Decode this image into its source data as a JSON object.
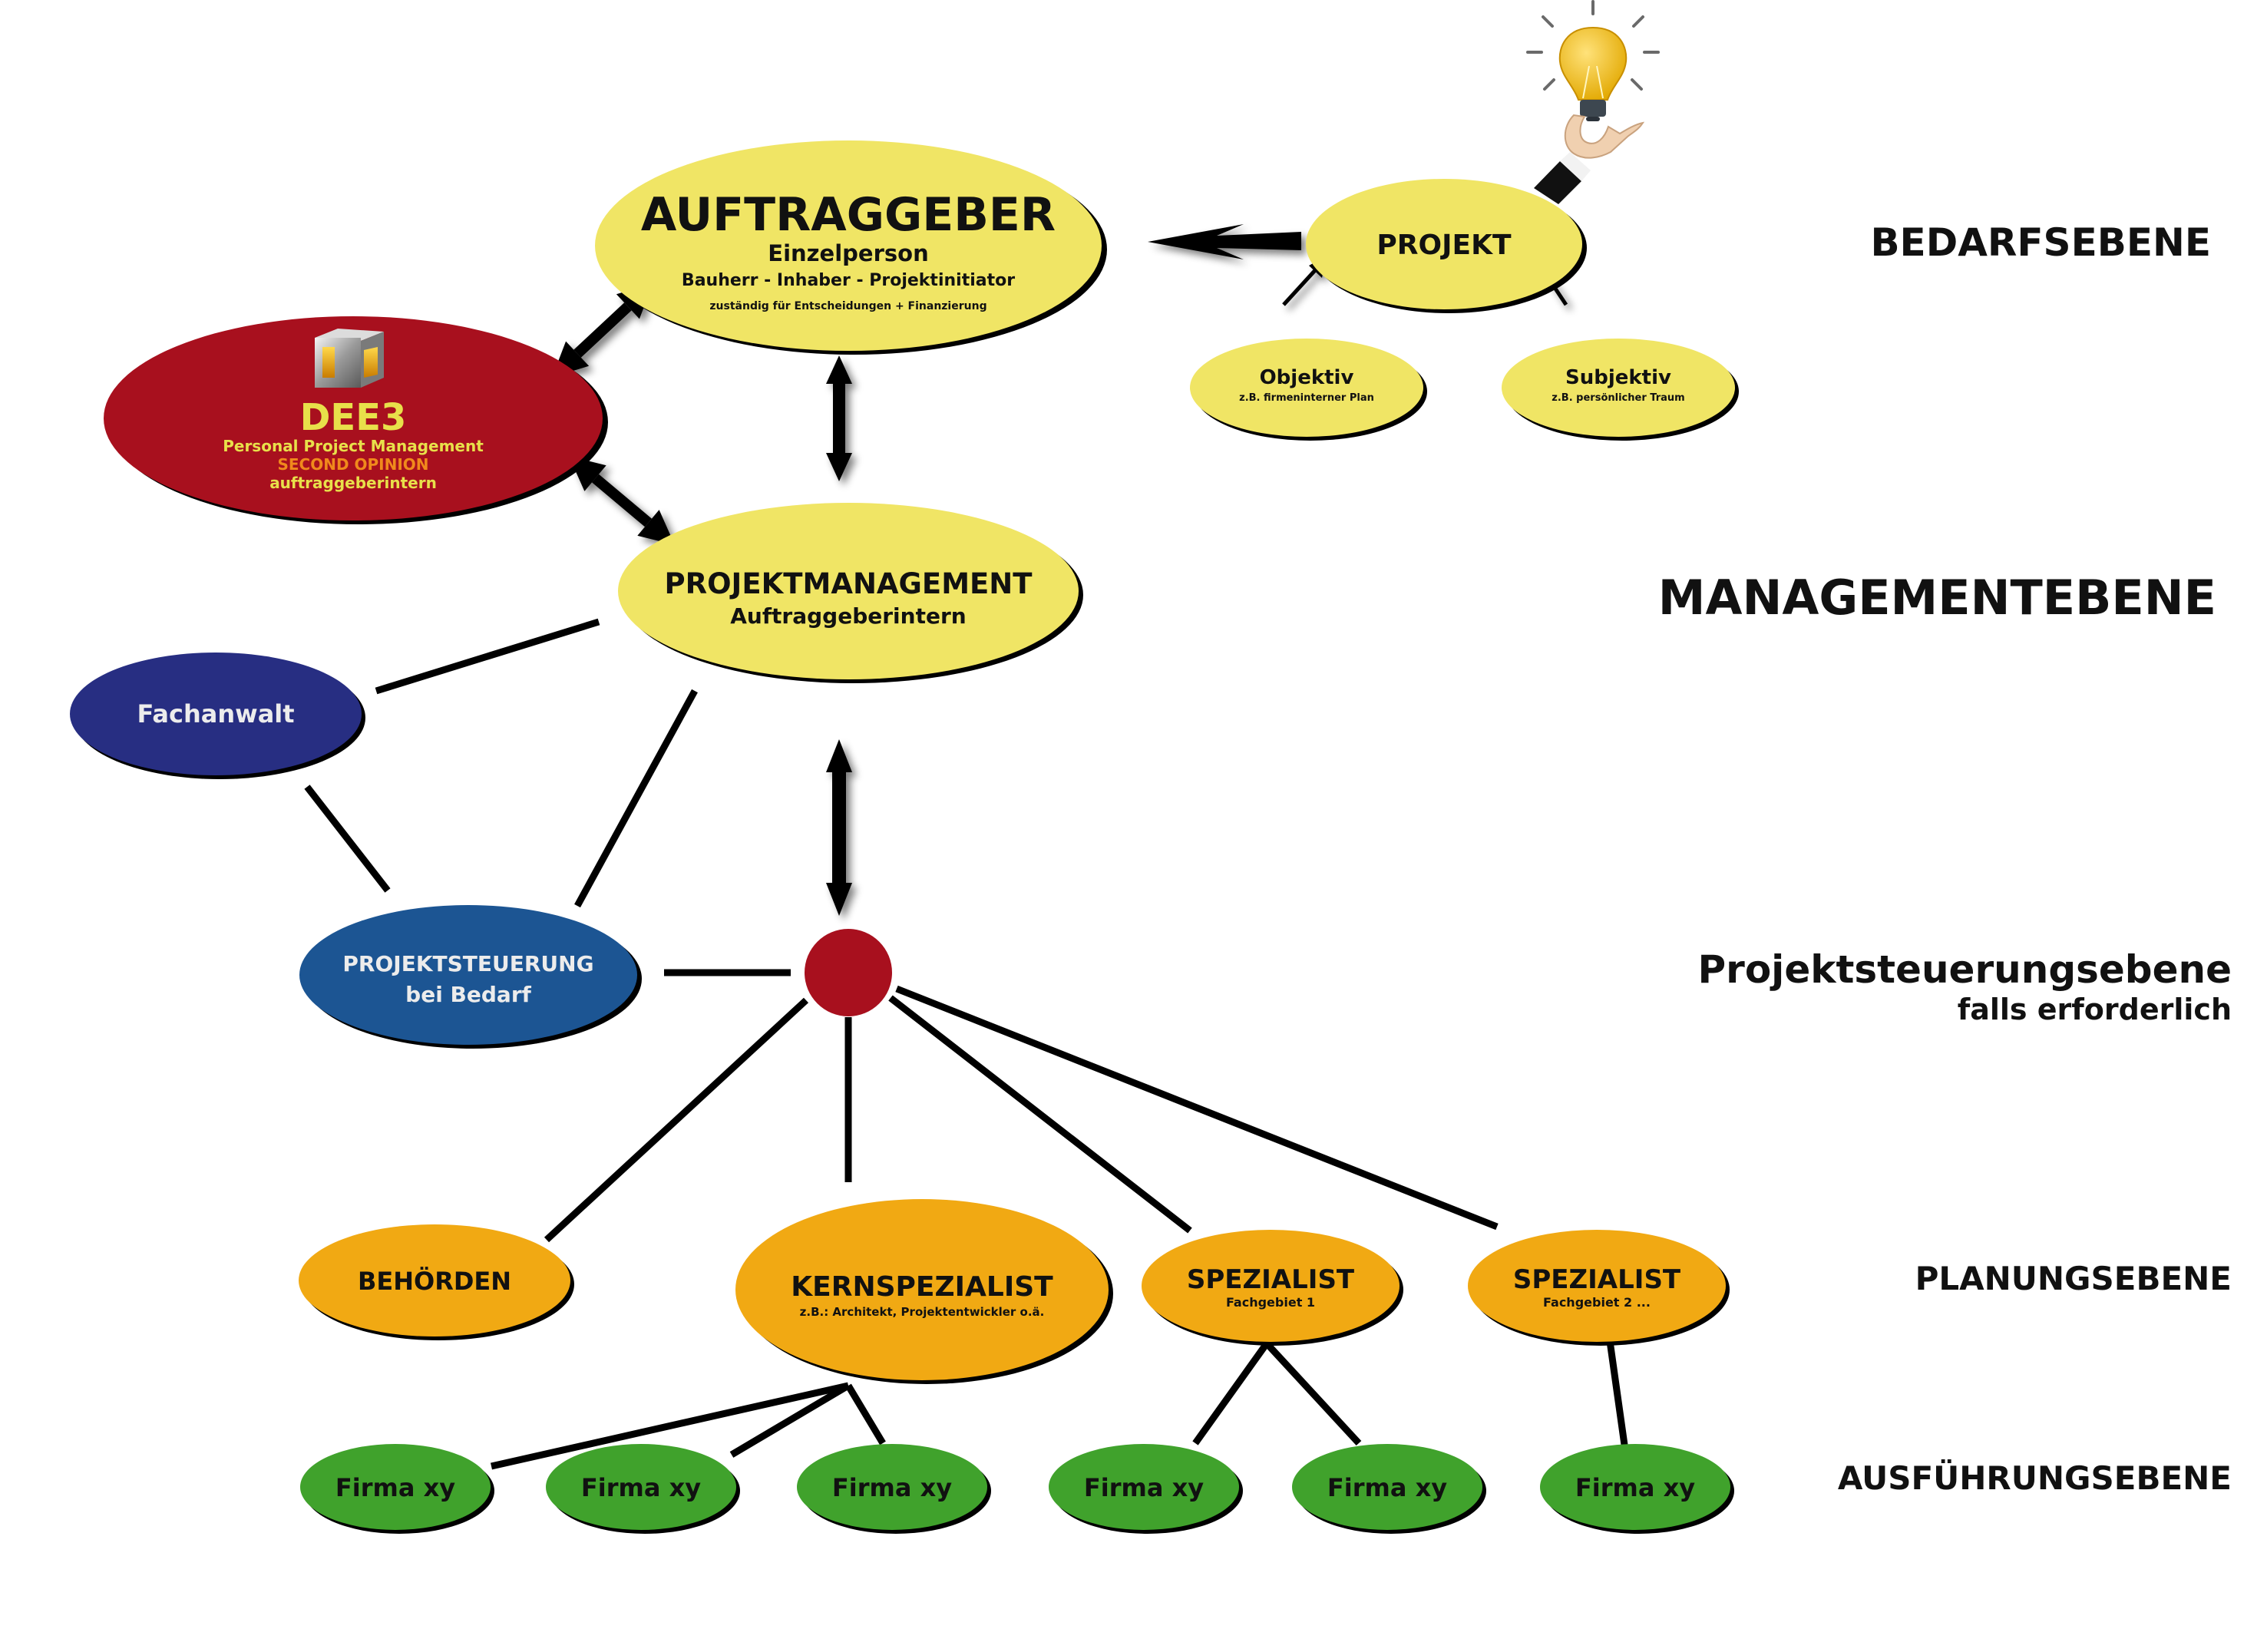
{
  "colors": {
    "yellow": "#f0e565",
    "red": "#a8101e",
    "navy": "#272e82",
    "steel_blue": "#1c5593",
    "orange": "#f1a913",
    "green": "#40a22c",
    "text_yellow": "#e8e04a",
    "text_orange": "#f08a1c"
  },
  "levels": {
    "bedarf": "BEDARFSEBENE",
    "management": "MANAGEMENTEBENE",
    "steuerung": "Projektsteuerungsebene",
    "steuerung_sub": "falls erforderlich",
    "planung": "PLANUNGSEBENE",
    "ausfuehrung": "AUSFÜHRUNGSEBENE"
  },
  "nodes": {
    "auftraggeber": {
      "title": "AUFTRAGGEBER",
      "line1": "Einzelperson",
      "line2": "Bauherr - Inhaber - Projektinitiator",
      "line3": "zuständig für Entscheidungen + Finanzierung"
    },
    "projekt": {
      "title": "PROJEKT",
      "icon": "lightbulb-hand-icon"
    },
    "objektiv": {
      "title": "Objektiv",
      "sub": "z.B. firmeninterner Plan"
    },
    "subjektiv": {
      "title": "Subjektiv",
      "sub": "z.B. persönlicher Traum"
    },
    "dee3": {
      "logo": "D3",
      "title": "DEE3",
      "line1": "Personal Project Management",
      "line2": "SECOND OPINION",
      "line3": "auftraggeberintern"
    },
    "projektmanagement": {
      "title": "PROJEKTMANAGEMENT",
      "sub": "Auftraggeberintern"
    },
    "fachanwalt": {
      "title": "Fachanwalt"
    },
    "projektsteuerung": {
      "title": "PROJEKTSTEUERUNG",
      "sub": "bei Bedarf"
    },
    "behoerden": {
      "title": "BEHÖRDEN"
    },
    "kernspezialist": {
      "title": "KERNSPEZIALIST",
      "sub": "z.B.: Architekt, Projektentwickler o.ä."
    },
    "spezialist1": {
      "title": "SPEZIALIST",
      "sub": "Fachgebiet 1"
    },
    "spezialist2": {
      "title": "SPEZIALIST",
      "sub": "Fachgebiet 2 ..."
    },
    "firmen": [
      "Firma xy",
      "Firma xy",
      "Firma xy",
      "Firma xy",
      "Firma xy",
      "Firma xy"
    ]
  }
}
